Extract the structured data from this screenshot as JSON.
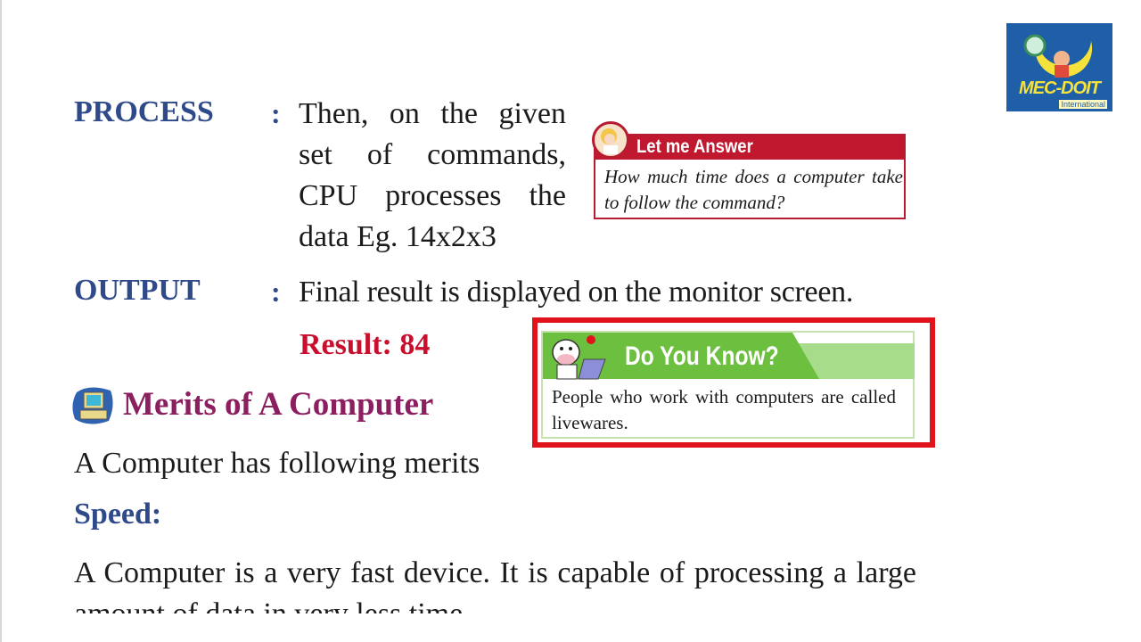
{
  "logo": {
    "name": "MEC-DOIT",
    "sub": "International"
  },
  "process": {
    "label": "PROCESS",
    "colon": ":",
    "lines": [
      "Then, on the given",
      "set of commands,",
      "CPU processes the",
      "data Eg. 14x2x3"
    ]
  },
  "output": {
    "label": "OUTPUT",
    "colon": ":",
    "text": "Final result is displayed on the monitor screen."
  },
  "result": "Result: 84",
  "merits": {
    "icon": "computer-icon",
    "heading": "Merits of A Computer",
    "intro": "A Computer has following merits"
  },
  "speed": {
    "heading": "Speed:",
    "text": "A Computer is a very fast device. It is capable of processing a large amount of data in very less time."
  },
  "let_me_answer": {
    "title": "Let me Answer",
    "question": "How much time does a computer take to follow the command?"
  },
  "do_you_know": {
    "title": "Do You Know?",
    "text": "People who work with computers are called livewares."
  },
  "colors": {
    "heading_blue": "#2f4a8a",
    "result_red": "#c8102e",
    "merits_purple": "#8c1f5f",
    "lma_red": "#c0192f",
    "dyk_green": "#6cbf3f",
    "frame_red": "#e0121b"
  }
}
